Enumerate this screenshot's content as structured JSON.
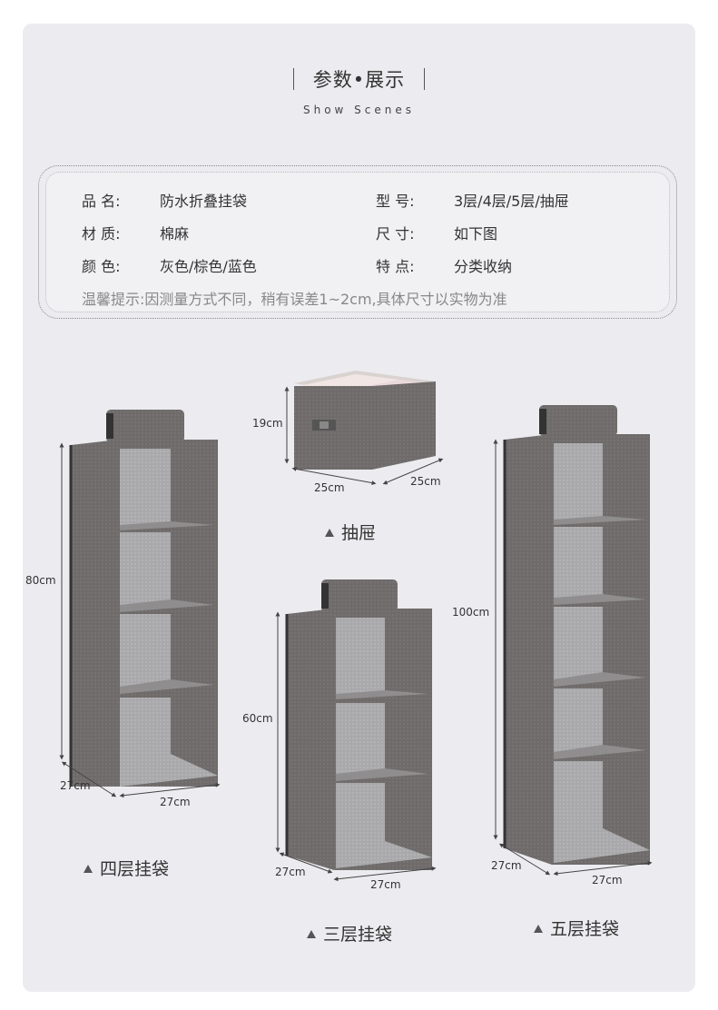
{
  "header": {
    "title": "参数•展示",
    "subtitle": "Show Scenes"
  },
  "specs": {
    "name_label": "品 名:",
    "name_value": "防水折叠挂袋",
    "model_label": "型 号:",
    "model_value": "3层/4层/5层/抽屉",
    "material_label": "材 质:",
    "material_value": "棉麻",
    "size_label": "尺 寸:",
    "size_value": "如下图",
    "color_label": "颜 色:",
    "color_value": "灰色/棕色/蓝色",
    "feature_label": "特 点:",
    "feature_value": "分类收纳",
    "note": "温馨提示:因测量方式不同，稍有误差1~2cm,具体尺寸以实物为准"
  },
  "products": {
    "four": {
      "caption": "四层挂袋",
      "height": "80cm",
      "depth": "27cm",
      "width": "27cm"
    },
    "drawer": {
      "caption": "抽屉",
      "height": "19cm",
      "depth": "25cm",
      "width": "25cm"
    },
    "three": {
      "caption": "三层挂袋",
      "height": "60cm",
      "depth": "27cm",
      "width": "27cm"
    },
    "five": {
      "caption": "五层挂袋",
      "height": "100cm",
      "depth": "27cm",
      "width": "27cm"
    }
  },
  "colors": {
    "fabric_dark": "#6e6b6a",
    "fabric_light": "#a9a9ab",
    "panel_bg": "#ecebef"
  }
}
